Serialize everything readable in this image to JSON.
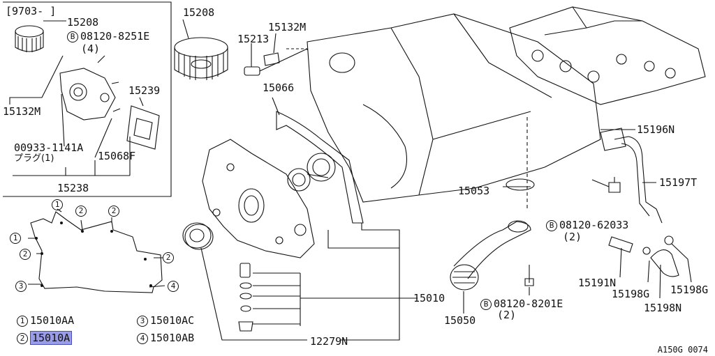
{
  "inset": {
    "date_code": "[9703-    ]",
    "labels": {
      "p15208": "15208",
      "bolt": "08120-8251E",
      "bolt_qty": "(4)",
      "p15239": "15239",
      "p15132M": "15132M",
      "p00933": "00933-1141A",
      "plug": "プラグ(1)",
      "p15068F": "15068F",
      "p15238": "15238"
    }
  },
  "main_labels": {
    "p15208": "15208",
    "p15132M": "15132M",
    "p15213": "15213",
    "p15066": "15066",
    "p15196N": "15196N",
    "p15053": "15053",
    "p15197T": "15197T",
    "bolt_62033": "08120-62033",
    "bolt_62033_qty": "(2)",
    "p15191N": "15191N",
    "p15198G_a": "15198G",
    "p15198G_b": "15198G",
    "p15198N": "15198N",
    "p15010": "15010",
    "p15050": "15050",
    "bolt_8201E": "08120-8201E",
    "bolt_8201E_qty": "(2)",
    "p12279N": "12279N"
  },
  "gasket_markers": [
    "1",
    "2",
    "2",
    "1",
    "2",
    "2",
    "3",
    "4"
  ],
  "legend": [
    {
      "num": "1",
      "part": "15010AA"
    },
    {
      "num": "2",
      "part": "15010A",
      "highlighted": true
    },
    {
      "num": "3",
      "part": "15010AC"
    },
    {
      "num": "4",
      "part": "15010AB"
    }
  ],
  "figure_code": "A150G 0074",
  "b_marker": "B"
}
